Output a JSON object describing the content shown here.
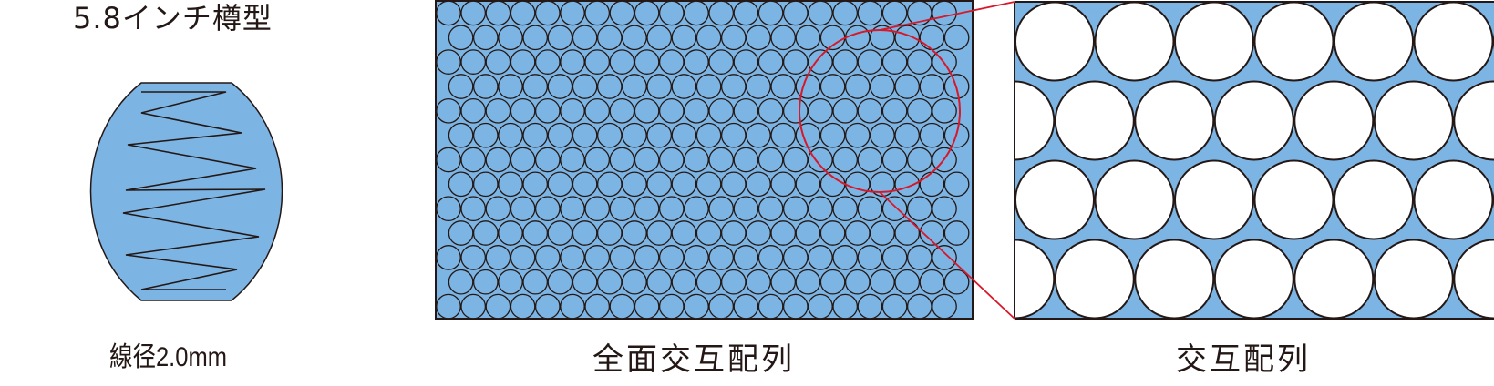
{
  "labels": {
    "title": "5.8インチ樽型",
    "wire_caption": "線径2.0mm",
    "full_caption": "全面交互配列",
    "zoom_caption": "交互配列"
  },
  "colors": {
    "fill_blue": "#7cb4e4",
    "stroke_dark": "#231815",
    "zoom_red": "#d7182a",
    "white": "#ffffff"
  },
  "grid": {
    "rows": 13,
    "cols": 21,
    "arrangement": "staggered"
  },
  "zoom": {
    "rows": 4,
    "arrangement": "staggered"
  },
  "spring": {
    "shape": "barrel",
    "zigzag_turns": 8
  }
}
